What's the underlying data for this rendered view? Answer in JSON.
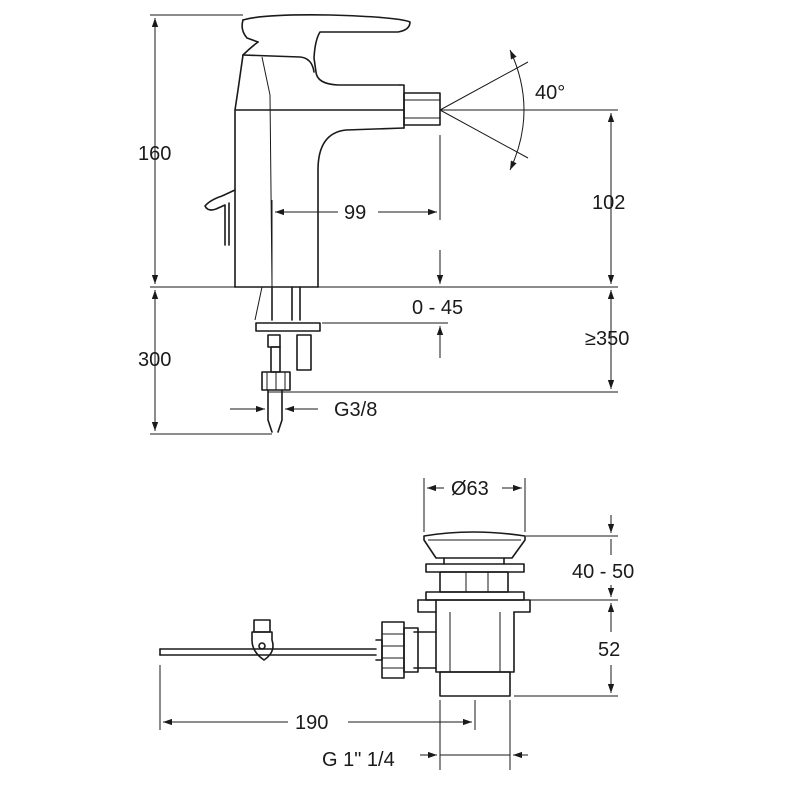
{
  "dimensions": {
    "height_total": "160",
    "angle": "40°",
    "spout_height": "102",
    "spout_reach": "99",
    "deck_thickness": "0 - 45",
    "min_clearance": "≥350",
    "hose_length": "300",
    "connection": "G3/8",
    "waste_diameter": "Ø63",
    "waste_top_range": "40 - 50",
    "waste_body": "52",
    "rod_length": "190",
    "waste_thread": "G 1\" 1/4"
  },
  "colors": {
    "line": "#1a1a1a",
    "background": "#ffffff"
  }
}
